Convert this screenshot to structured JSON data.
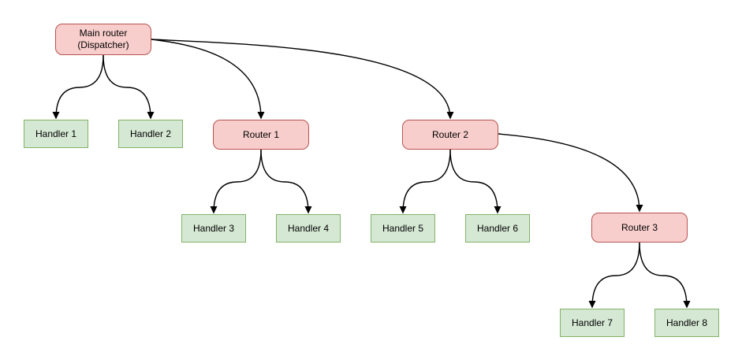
{
  "diagram": {
    "type": "tree",
    "colors": {
      "background": "#ffffff",
      "router_fill": "#f8cecc",
      "router_stroke": "#b85450",
      "handler_fill": "#d5e8d4",
      "handler_stroke": "#82b366",
      "edge": "#000000",
      "text": "#000000"
    },
    "nodes": [
      {
        "id": "main",
        "type": "router",
        "lines": [
          "Main router",
          "(Dispatcher)"
        ]
      },
      {
        "id": "handler1",
        "type": "handler",
        "label": "Handler 1"
      },
      {
        "id": "handler2",
        "type": "handler",
        "label": "Handler 2"
      },
      {
        "id": "router1",
        "type": "router",
        "label": "Router 1"
      },
      {
        "id": "router2",
        "type": "router",
        "label": "Router 2"
      },
      {
        "id": "handler3",
        "type": "handler",
        "label": "Handler 3"
      },
      {
        "id": "handler4",
        "type": "handler",
        "label": "Handler 4"
      },
      {
        "id": "handler5",
        "type": "handler",
        "label": "Handler 5"
      },
      {
        "id": "handler6",
        "type": "handler",
        "label": "Handler 6"
      },
      {
        "id": "router3",
        "type": "router",
        "label": "Router 3"
      },
      {
        "id": "handler7",
        "type": "handler",
        "label": "Handler 7"
      },
      {
        "id": "handler8",
        "type": "handler",
        "label": "Handler 8"
      }
    ],
    "edges": [
      {
        "from": "main",
        "to": "handler1"
      },
      {
        "from": "main",
        "to": "handler2"
      },
      {
        "from": "main",
        "to": "router1"
      },
      {
        "from": "main",
        "to": "router2"
      },
      {
        "from": "router1",
        "to": "handler3"
      },
      {
        "from": "router1",
        "to": "handler4"
      },
      {
        "from": "router2",
        "to": "handler5"
      },
      {
        "from": "router2",
        "to": "handler6"
      },
      {
        "from": "router2",
        "to": "router3"
      },
      {
        "from": "router3",
        "to": "handler7"
      },
      {
        "from": "router3",
        "to": "handler8"
      }
    ]
  }
}
